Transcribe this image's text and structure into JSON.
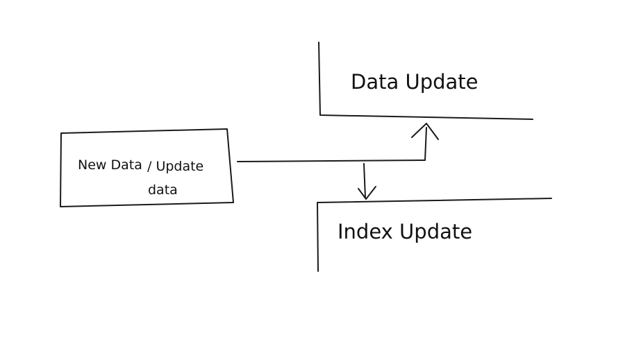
{
  "source_box": {
    "text_line_1a": "New Data",
    "text_line_1b": "/ Update",
    "text_line_2": "data"
  },
  "targets": {
    "data_update": "Data Update",
    "index_update": "Index Update"
  },
  "colors": {
    "stroke": "#1a1a1a",
    "text": "#111111",
    "background": "#ffffff"
  }
}
